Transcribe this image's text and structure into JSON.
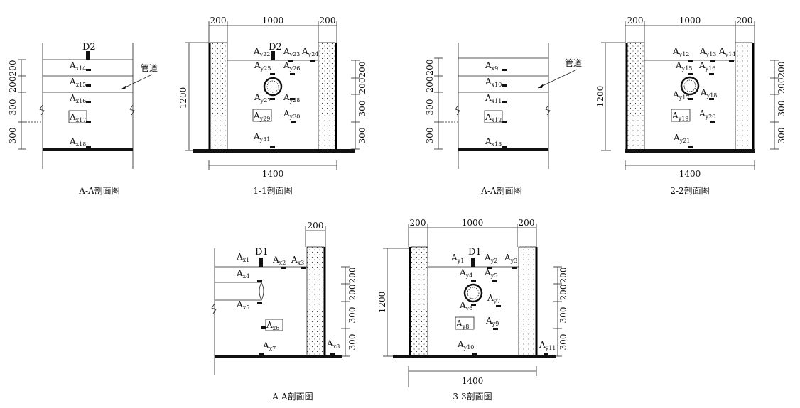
{
  "dims": {
    "w200": "200",
    "w1000": "1000",
    "w300": "300",
    "w1400": "1400",
    "h1200": "1200"
  },
  "pipe_label": "管道",
  "sensors": {
    "D1": "D1",
    "D2": "D2"
  },
  "gauge_prefix": "A",
  "gauges": {
    "x1": "x1",
    "x2": "x2",
    "x3": "x3",
    "x4": "x4",
    "x5": "x5",
    "x6": "x6",
    "x7": "x7",
    "x8": "x8",
    "x9": "x9",
    "x10": "x10",
    "x11": "x11",
    "x12": "x12",
    "x13": "x13",
    "x14": "x14",
    "x15": "x15",
    "x16": "x16",
    "x17": "x17",
    "x18": "x18",
    "y1": "y1",
    "y2": "y2",
    "y3": "y3",
    "y4": "y4",
    "y5": "y5",
    "y6": "y6",
    "y7": "y7",
    "y8": "y8",
    "y9": "y9",
    "y10": "y10",
    "y11": "y11",
    "y12": "y12",
    "y13": "y13",
    "y14": "y14",
    "y15": "y15",
    "y16": "y16",
    "y17": "y17",
    "y18": "y18",
    "y19": "y19",
    "y20": "y20",
    "y21": "y21",
    "y22": "y22",
    "y23": "y23",
    "y24": "y24",
    "y25": "y25",
    "y26": "y26",
    "y27": "y27",
    "y28": "y28",
    "y29": "y29",
    "y30": "y30",
    "y31": "y31"
  },
  "titles": {
    "aa": "A-A剖面图",
    "s11": "1-1剖面图",
    "s22": "2-2剖面图",
    "s33": "3-3剖面图"
  }
}
